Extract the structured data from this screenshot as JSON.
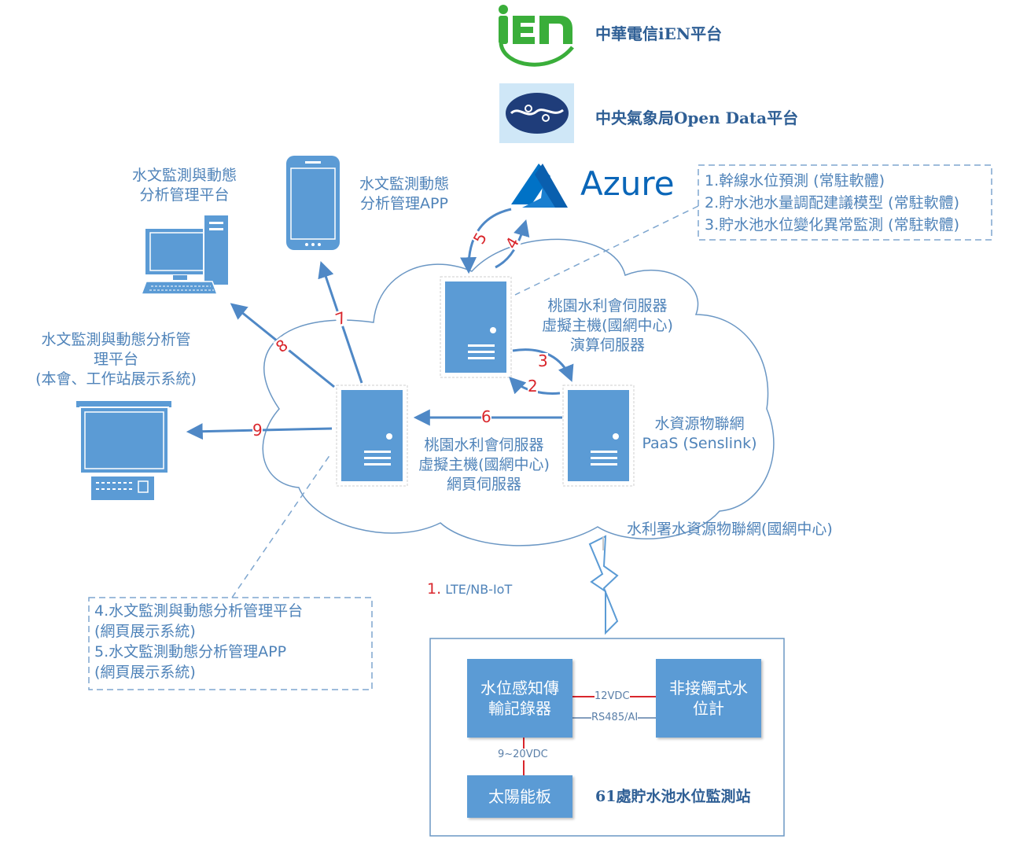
{
  "platforms": {
    "ien_logo_text": "iEN",
    "ien_label": "中華電信iEN平台",
    "cwb_label": "中央氣象局Open Data平台",
    "azure_label": "Azure"
  },
  "azure_services": [
    "1.幹線水位預測 (常駐軟體)",
    "2.貯水池水量調配建議模型 (常駐軟體)",
    "3.貯水池水位變化異常監測 (常駐軟體)"
  ],
  "clients": {
    "desktop_label": [
      "水文監測與動態",
      "分析管理平台"
    ],
    "mobile_label": [
      "水文監測動態",
      "分析管理APP"
    ],
    "projector_label": [
      "水文監測與動態分析管",
      "理平台",
      "(本會、工作站展示系統)"
    ]
  },
  "servers": {
    "compute_label": [
      "桃園水利會伺服器",
      "虛擬主機(國網中心)",
      "演算伺服器"
    ],
    "web_label": [
      "桃園水利會伺服器",
      "虛擬主機(國網中心)",
      "網頁伺服器"
    ],
    "paas_label": [
      "水資源物聯網",
      "PaaS (Senslink)"
    ]
  },
  "cloud_label": "水利署水資源物聯網(國網中心)",
  "web_services": [
    "4.水文監測與動態分析管理平台",
    "(網頁展示系統)",
    "5.水文監測動態分析管理APP",
    "(網頁展示系統)"
  ],
  "flow_numbers": [
    "2",
    "3",
    "4",
    "5",
    "6",
    "7",
    "8",
    "9"
  ],
  "link": {
    "number": "1.",
    "text": "LTE/NB-IoT"
  },
  "station": {
    "logger": [
      "水位感知傳",
      "輸記錄器"
    ],
    "sensor": [
      "非接觸式水",
      "位計"
    ],
    "solar": "太陽能板",
    "name": "61處貯水池水位監測站",
    "wire_12vdc": "12VDC",
    "wire_rs485": "RS485/AI",
    "wire_solar": "9~20VDC"
  },
  "colors": {
    "accent": "#5b9bd5",
    "text": "#4f83b9",
    "flow_number": "#d9262c",
    "azure": "#0078d4",
    "ien_green": "#3aae3a"
  }
}
